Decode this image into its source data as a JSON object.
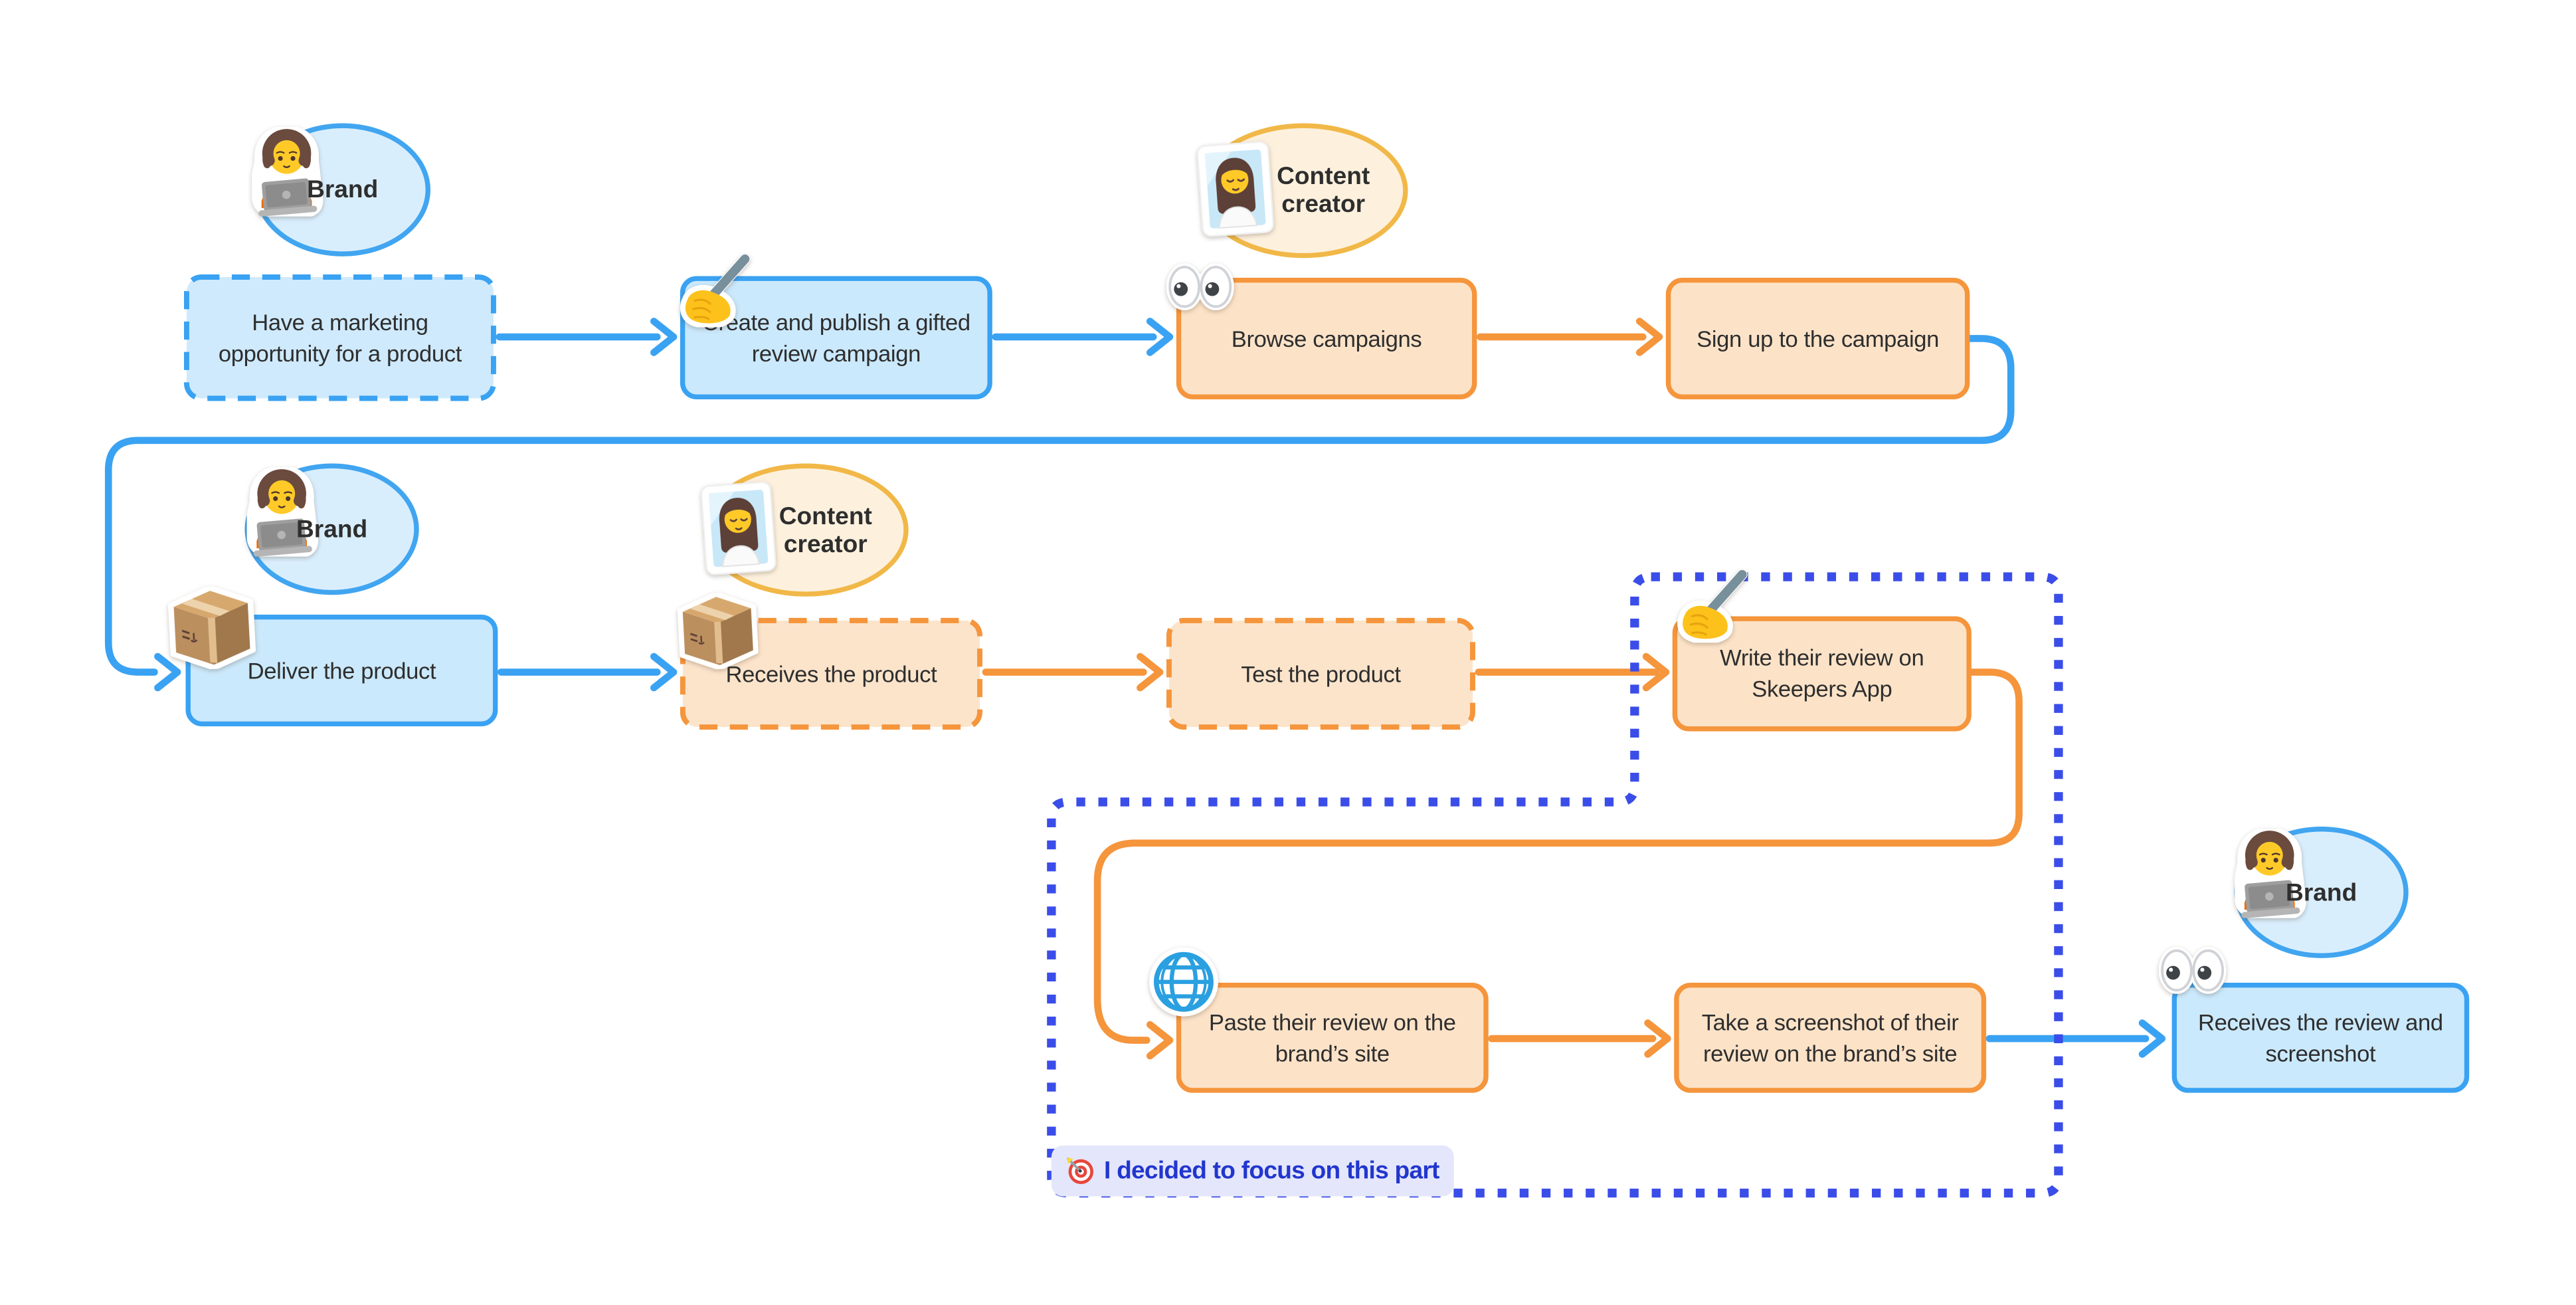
{
  "canvas": {
    "background": "#FFFFFF"
  },
  "palette": {
    "blue_stroke": "#3AA2F2",
    "blue_fill": "#CBE9FC",
    "blue_ellipse_fill": "#D9EEFD",
    "orange_stroke": "#F5953C",
    "orange_fill": "#FCE3C8",
    "gold_stroke": "#F1B848",
    "cream_fill": "#FDF1DE",
    "focus_stroke": "#3B4DE8",
    "annotation_bg": "#E4E6FB",
    "annotation_text": "#2136CE",
    "text": "#2E2E2E"
  },
  "actors": [
    {
      "label": "Brand",
      "icon": "person-technologist"
    },
    {
      "label": "Content creator",
      "icon": "woman-portrait"
    },
    {
      "label": "Brand",
      "icon": "person-technologist"
    },
    {
      "label": "Content creator",
      "icon": "woman-portrait"
    },
    {
      "label": "Brand",
      "icon": "person-technologist"
    }
  ],
  "nodes": [
    {
      "label": "Have a marketing opportunity for a product",
      "actor": "Brand",
      "icon": ""
    },
    {
      "label": "Create and publish a gifted review campaign",
      "actor": "Brand",
      "icon": "writing-hand"
    },
    {
      "label": "Browse campaigns",
      "actor": "Content creator",
      "icon": "eyes"
    },
    {
      "label": "Sign up to the campaign",
      "actor": "Content creator",
      "icon": ""
    },
    {
      "label": "Deliver the product",
      "actor": "Brand",
      "icon": "package"
    },
    {
      "label": "Receives the product",
      "actor": "Content creator",
      "icon": "package"
    },
    {
      "label": "Test the product",
      "actor": "Content creator",
      "icon": ""
    },
    {
      "label": "Write their review on Skeepers App",
      "actor": "Content creator",
      "icon": "writing-hand"
    },
    {
      "label": "Paste their review on the brand’s site",
      "actor": "Content creator",
      "icon": "globe"
    },
    {
      "label": "Take a screenshot of their review on the brand’s site",
      "actor": "Content creator",
      "icon": ""
    },
    {
      "label": "Receives the review and screenshot",
      "actor": "Brand",
      "icon": "eyes"
    }
  ],
  "annotation": {
    "label": "I decided to focus on this part",
    "icon": "dart-target"
  }
}
